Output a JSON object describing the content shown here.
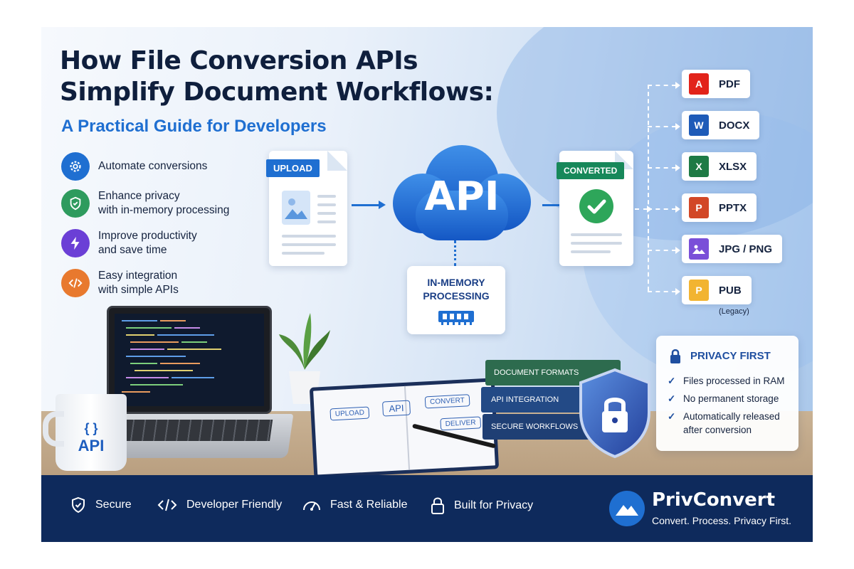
{
  "header": {
    "title_line1": "How File Conversion APIs",
    "title_line2": "Simplify Document Workflows:",
    "subtitle": "A Practical Guide for Developers"
  },
  "benefits": [
    {
      "icon": "gear-icon",
      "color": "#1f6fd1",
      "line1": "Automate conversions",
      "line2": ""
    },
    {
      "icon": "shield-check-icon",
      "color": "#2e9b5e",
      "line1": "Enhance privacy",
      "line2": "with in-memory processing"
    },
    {
      "icon": "lightning-icon",
      "color": "#6b3fd6",
      "line1": "Improve productivity",
      "line2": "and save time"
    },
    {
      "icon": "code-icon",
      "color": "#e8792e",
      "line1": "Easy integration",
      "line2": "with simple APIs"
    }
  ],
  "flow": {
    "upload_label": "UPLOAD",
    "api_label": "API",
    "converted_label": "CONVERTED",
    "processing_line1": "IN-MEMORY",
    "processing_line2": "PROCESSING"
  },
  "formats": [
    {
      "label": "PDF",
      "icon": "pdf-icon",
      "color": "#e2231a",
      "glyph": "A",
      "note": ""
    },
    {
      "label": "DOCX",
      "icon": "word-icon",
      "color": "#1e5bb8",
      "glyph": "W",
      "note": ""
    },
    {
      "label": "XLSX",
      "icon": "excel-icon",
      "color": "#1e7a45",
      "glyph": "X",
      "note": ""
    },
    {
      "label": "PPTX",
      "icon": "powerpoint-icon",
      "color": "#d24726",
      "glyph": "P",
      "note": ""
    },
    {
      "label": "JPG / PNG",
      "icon": "image-icon",
      "color": "#7a4fd8",
      "glyph": "",
      "note": ""
    },
    {
      "label": "PUB",
      "icon": "publisher-icon",
      "color": "#f2b431",
      "glyph": "P",
      "note": "(Legacy)"
    }
  ],
  "scene": {
    "mug_label_top": "{ }",
    "mug_label": "API",
    "books": [
      "DOCUMENT FORMATS",
      "API INTEGRATION",
      "SECURE WORKFLOWS"
    ],
    "notebook": {
      "upload": "UPLOAD",
      "api": "API",
      "convert": "CONVERT",
      "deliver": "DELIVER"
    }
  },
  "privacy": {
    "title": "PRIVACY FIRST",
    "items": [
      {
        "line1": "Files processed in RAM",
        "line2": ""
      },
      {
        "line1": "No permanent storage",
        "line2": ""
      },
      {
        "line1": "Automatically released",
        "line2": "after conversion"
      }
    ]
  },
  "footer": {
    "features": [
      {
        "label": "Secure",
        "icon": "shield-icon"
      },
      {
        "label": "Developer Friendly",
        "icon": "code-icon"
      },
      {
        "label": "Fast & Reliable",
        "icon": "speedometer-icon"
      },
      {
        "label": "Built for Privacy",
        "icon": "lock-icon"
      }
    ],
    "brand_name": "PrivConvert",
    "brand_tagline": "Convert. Process. Privacy First."
  },
  "colors": {
    "navy": "#0e2a5c",
    "accent_blue": "#1f6fd1",
    "success_green": "#2ea65a",
    "title_dark": "#0f1f3d"
  }
}
